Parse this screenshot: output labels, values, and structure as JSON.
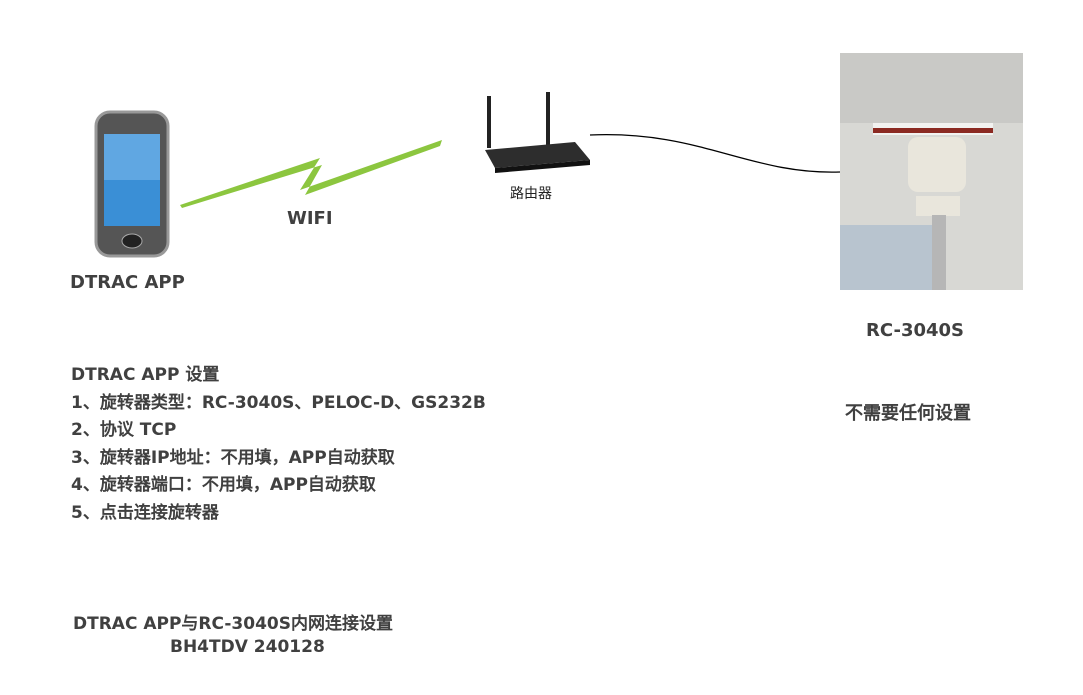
{
  "labels": {
    "app": "DTRAC APP",
    "wifi": "WIFI",
    "router": "路由器",
    "rotator": "RC-3040S",
    "no_setup": "不需要任何设置"
  },
  "settings": {
    "title": "DTRAC APP 设置",
    "steps": [
      "1、旋转器类型：RC-3040S、PELOC-D、GS232B",
      "2、协议 TCP",
      "3、旋转器IP地址：不用填，APP自动获取",
      "4、旋转器端口：不用填，APP自动获取",
      "5、点击连接旋转器"
    ]
  },
  "footer": {
    "title": "DTRAC APP与RC-3040S内网连接设置",
    "author": "BH4TDV 240128"
  }
}
